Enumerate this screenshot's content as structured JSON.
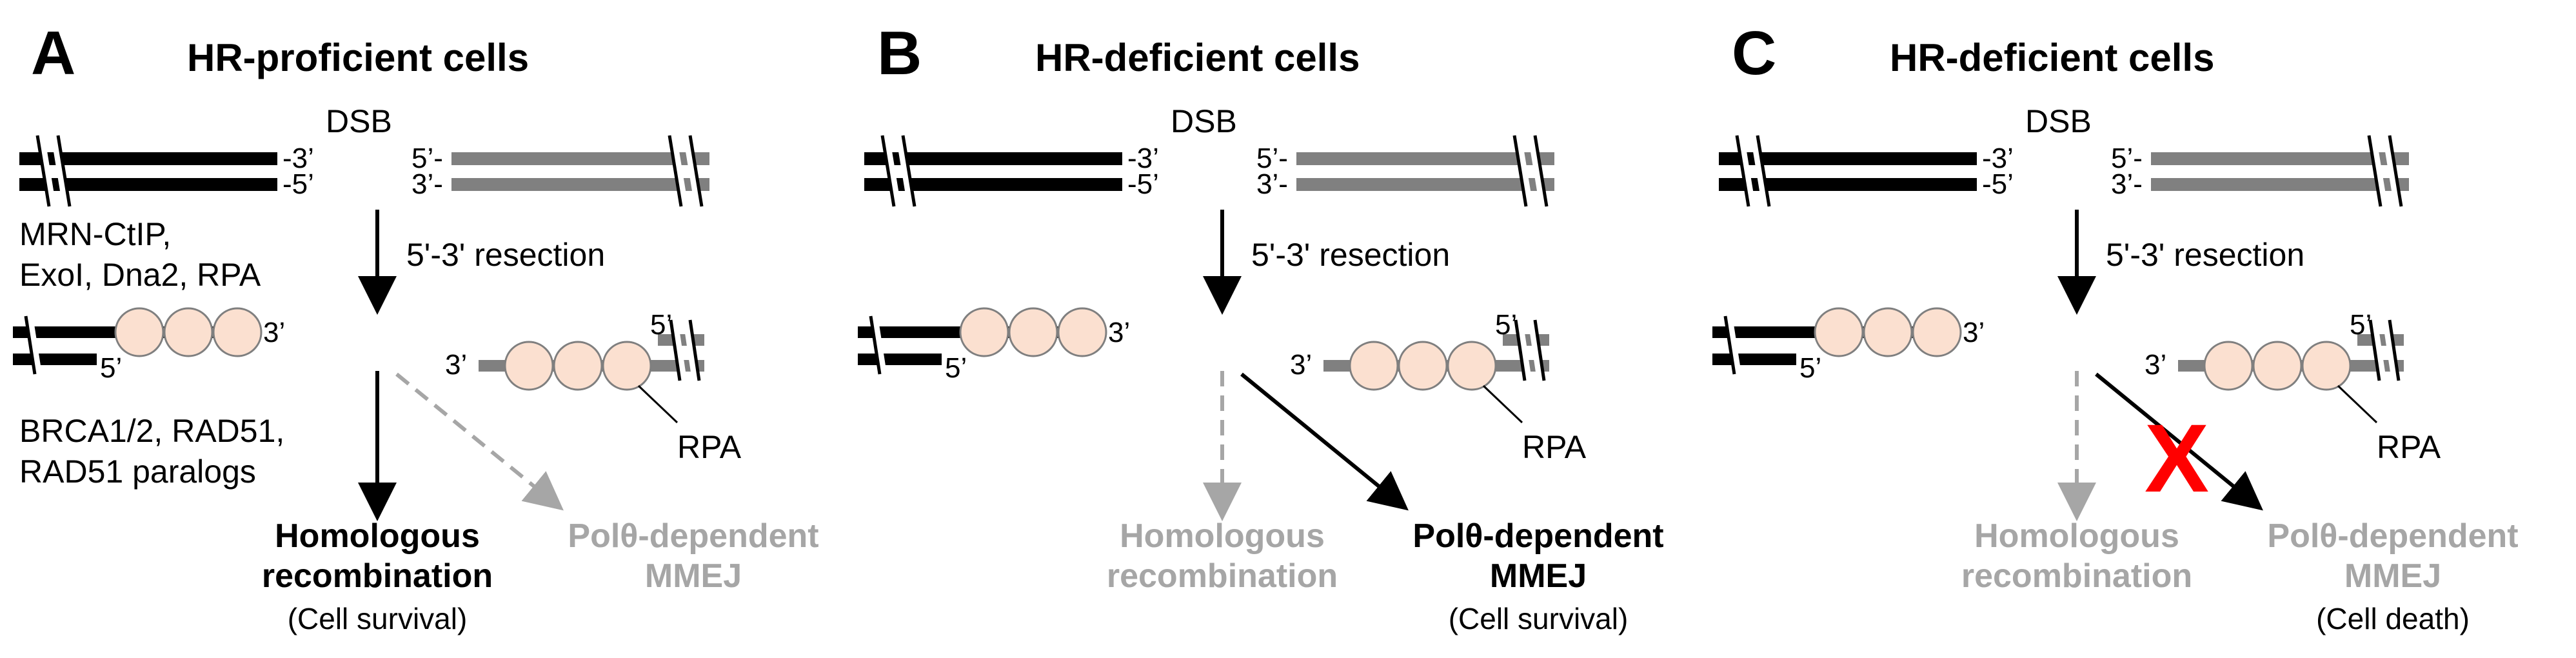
{
  "colors": {
    "strand_left": "#000000",
    "strand_right": "#808080",
    "rpa_fill": "#fbe0d0",
    "rpa_stroke": "#7f7f7f",
    "inactive": "#a6a6a6",
    "block_mark": "#ff0000"
  },
  "labels": {
    "dsb": "DSB",
    "end_3": "-3’",
    "end_5": "-5’",
    "end_5_right": "5’-",
    "end_3_right": "3’-",
    "tail_3": "3’",
    "tail_5": "5’",
    "resection": "5'-3' resection",
    "rpa": "RPA",
    "hr": [
      "Homologous",
      "recombination"
    ],
    "mmej": [
      "Polθ-dependent",
      "MMEJ"
    ],
    "block_mark": "X"
  },
  "panels": [
    {
      "letter": "A",
      "title": "HR-proficient cells",
      "resection_factors": [
        "MRN-CtIP,",
        "ExoI, Dna2, RPA"
      ],
      "hr_factors": [
        "BRCA1/2, RAD51,",
        "RAD51 paralogs"
      ],
      "hr_outcome": "(Cell survival)",
      "mmej_outcome": ""
    },
    {
      "letter": "B",
      "title": "HR-deficient cells",
      "resection_factors": [],
      "hr_factors": [],
      "hr_outcome": "",
      "mmej_outcome": "(Cell survival)"
    },
    {
      "letter": "C",
      "title": "HR-deficient cells",
      "resection_factors": [],
      "hr_factors": [],
      "hr_outcome": "",
      "mmej_outcome": "(Cell death)"
    }
  ]
}
